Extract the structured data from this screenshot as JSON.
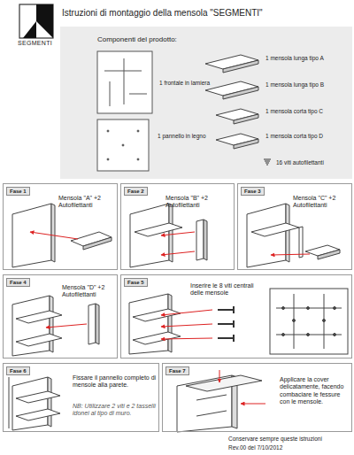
{
  "diagram": {
    "title": "Istruzioni di montaggio della mensola \"SEGMENTI\"",
    "nodes": [
      {
        "text": [
          "Componenti del prodotto:"
        ]
      },
      {
        "text": [
          "Fase 1",
          "Mensola \"A\" +2 Autofilettanti"
        ]
      },
      {
        "text": [
          "Fase 2",
          "Mensola \"B\" +2 Autofilettanti"
        ]
      },
      {
        "text": [
          "Fase 3",
          "Mensola \"C\" +2 Autofilettanti"
        ]
      },
      {
        "text": [
          "Fase 4",
          "Mensola \"D\" +2 Autofilettanti"
        ]
      },
      {
        "text": [
          "Fase 5",
          "Inserire le 8 viti centrali delle mensole"
        ]
      },
      {
        "text": [
          "Fase 6",
          "Fissare il pannello completo di mensole alla parete.",
          "NB: Utilizzare 2 viti e 2 tasselli idonei al tipo di muro."
        ]
      },
      {
        "text": [
          "Fase 7",
          "Applicare la cover delicatamente, facendo combaciare le fessure con le mensole."
        ]
      }
    ],
    "labels": [
      "SEGMENTI",
      "1 frontale in lamiera",
      "1 pannello in legno",
      "1 mensola lunga tipo A",
      "1 mensola lunga tipo B",
      "1 mensola corta tipo C",
      "1 mensola corta tipo D",
      "16 viti autofilettanti",
      "Conservare sempre queste istruzioni",
      "Rev.00 del 7/10/2012"
    ]
  }
}
